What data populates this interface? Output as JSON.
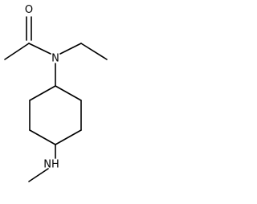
{
  "diagram": {
    "type": "skeletal-structure",
    "atoms": [
      {
        "id": "oxygen",
        "label": "O"
      },
      {
        "id": "amide-nitrogen",
        "label": "N"
      },
      {
        "id": "amine-nitrogen",
        "label": "NH"
      }
    ],
    "colors": {
      "bond": "#000000",
      "label": "#000000",
      "background": "#ffffff"
    }
  }
}
